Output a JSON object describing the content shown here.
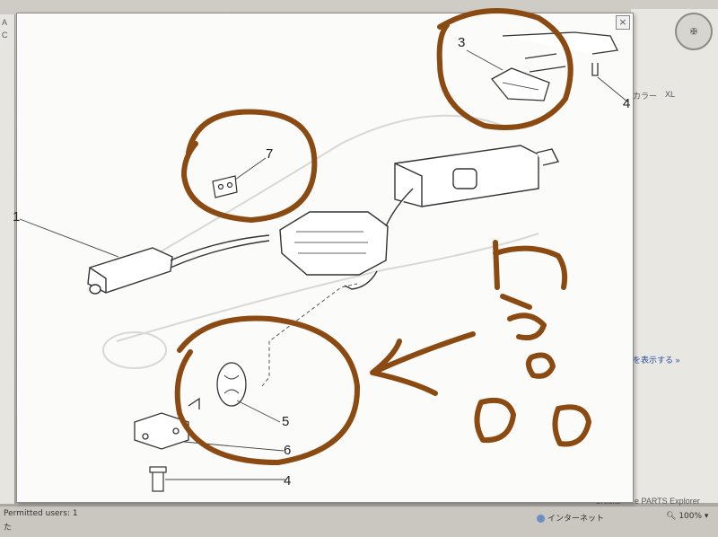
{
  "background_app": {
    "sidebar_fragments": [
      "A",
      "C"
    ],
    "right_panel_text": [
      "カラー",
      "XL"
    ],
    "right_panel_link": "を表示する »",
    "footer_left": "Credits",
    "footer_right": "e PARTS Explorer",
    "status_left": "Permitted users: 1",
    "status_corner": "た",
    "status_zone": "インターネット",
    "status_zoom": "100%"
  },
  "popup": {
    "close_glyph": "×"
  },
  "diagram": {
    "callouts": [
      "1",
      "3",
      "4",
      "7",
      "5",
      "6",
      "4"
    ]
  },
  "annotations": {
    "ink_color": "#8b4a12",
    "circled_parts": [
      "3",
      "7",
      "5"
    ]
  }
}
